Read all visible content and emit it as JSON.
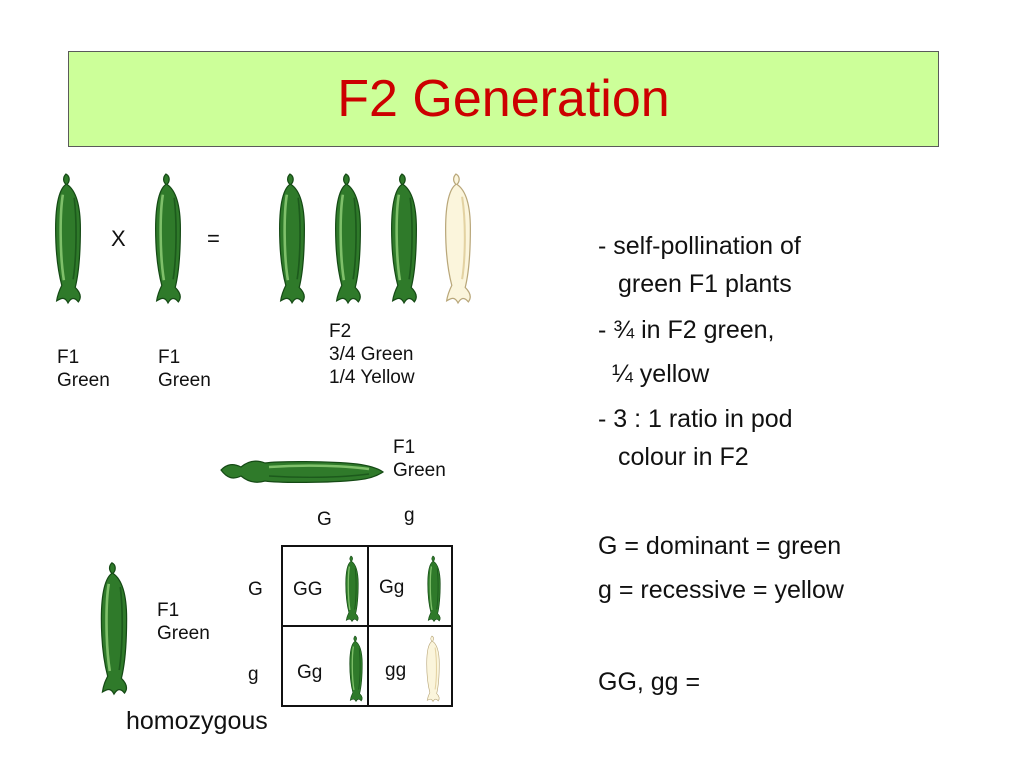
{
  "slide": {
    "title": "F2 Generation",
    "colors": {
      "title": "#cc0000",
      "title_bg": "#ccff99",
      "pod_green": "#2f7a2a",
      "pod_yellow": "#fbf5dc"
    }
  },
  "top_figure": {
    "times_symbol": "X",
    "equals_symbol": "=",
    "parent1": {
      "line1": "F1",
      "line2": "Green"
    },
    "parent2": {
      "line1": "F1",
      "line2": "Green"
    },
    "offspring": {
      "line1": "F2",
      "line2": "3/4 Green",
      "line3": "1/4 Yellow"
    }
  },
  "punnett": {
    "top_parent": {
      "line1": "F1",
      "line2": "Green"
    },
    "left_parent": {
      "line1": "F1",
      "line2": "Green"
    },
    "col_headers": [
      "G",
      "g"
    ],
    "row_headers": [
      "G",
      "g"
    ],
    "cells": [
      "GG",
      "Gg",
      "Gg",
      "gg"
    ]
  },
  "bullets": {
    "b1_line1": "- self-pollination of",
    "b1_line2": "green F1 plants",
    "b2_line1": "- ¾ in F2 green,",
    "b2_line2": "¼ yellow",
    "b3_line1": "- 3 : 1 ratio in pod",
    "b3_line2": "colour in F2",
    "def1": "G = dominant = green",
    "def2": "g = recessive = yellow",
    "def3": "GG, gg =",
    "def3_overflow": "homozygous"
  }
}
